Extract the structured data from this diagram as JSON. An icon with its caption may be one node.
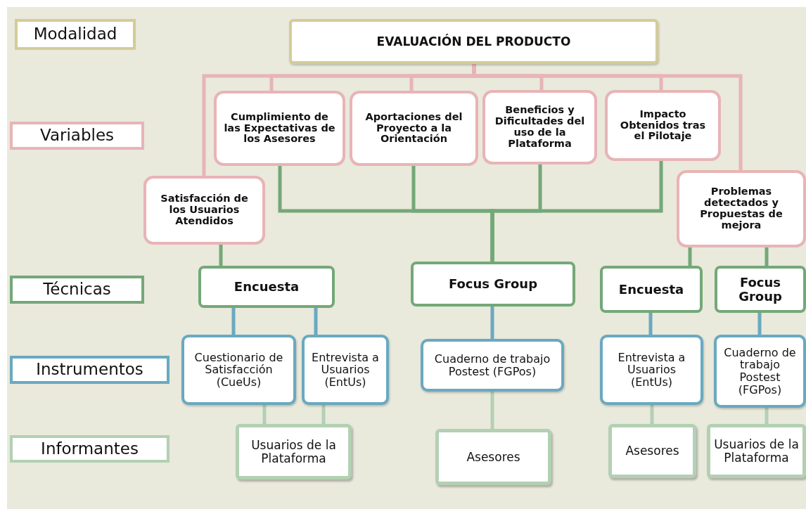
{
  "diagram": {
    "nodes": [
      {
        "text": [
          "Modalidad"
        ]
      },
      {
        "text": [
          "EVALUACIÓN DEL PRODUCTO"
        ]
      },
      {
        "text": [
          "Variables"
        ]
      },
      {
        "text": [
          "Cumplimiento de las Expectativas de los Asesores"
        ]
      },
      {
        "text": [
          "Aportaciones del Proyecto a la Orientación"
        ]
      },
      {
        "text": [
          "Beneficios y Dificultades del uso de la Plataforma"
        ]
      },
      {
        "text": [
          "Impacto Obtenidos tras el Pilotaje"
        ]
      },
      {
        "text": [
          "Satisfacción de los Usuarios Atendidos"
        ]
      },
      {
        "text": [
          "Problemas detectados y Propuestas de mejora"
        ]
      },
      {
        "text": [
          "Técnicas"
        ]
      },
      {
        "text": [
          "Encuesta"
        ]
      },
      {
        "text": [
          "Focus Group"
        ]
      },
      {
        "text": [
          "Encuesta"
        ]
      },
      {
        "text": [
          "Focus Group"
        ]
      },
      {
        "text": [
          "Instrumentos"
        ]
      },
      {
        "text": [
          "Cuestionario de Satisfacción (CueUs)"
        ]
      },
      {
        "text": [
          "Entrevista a Usuarios (EntUs)"
        ]
      },
      {
        "text": [
          "Cuaderno de trabajo Postest (FGPos)"
        ]
      },
      {
        "text": [
          "Entrevista a Usuarios (EntUs)"
        ]
      },
      {
        "text": [
          "Cuaderno de trabajo Postest (FGPos)"
        ]
      },
      {
        "text": [
          "Informantes"
        ]
      },
      {
        "text": [
          "Usuarios de la Plataforma"
        ]
      },
      {
        "text": [
          "Asesores"
        ]
      },
      {
        "text": [
          "Asesores"
        ]
      },
      {
        "text": [
          "Usuarios de la Plataforma"
        ]
      }
    ],
    "edges": [
      {
        "from": 1,
        "to": 3,
        "arrow": "none",
        "color": "#e8b4b6"
      },
      {
        "from": 1,
        "to": 4,
        "arrow": "none",
        "color": "#e8b4b6"
      },
      {
        "from": 1,
        "to": 5,
        "arrow": "none",
        "color": "#e8b4b6"
      },
      {
        "from": 1,
        "to": 6,
        "arrow": "none",
        "color": "#e8b4b6"
      },
      {
        "from": 1,
        "to": 7,
        "arrow": "none",
        "color": "#e8b4b6"
      },
      {
        "from": 1,
        "to": 8,
        "arrow": "none",
        "color": "#e8b4b6"
      },
      {
        "from": 3,
        "to": 11,
        "arrow": "none"
      },
      {
        "from": 4,
        "to": 11,
        "arrow": "none"
      },
      {
        "from": 5,
        "to": 11,
        "arrow": "none"
      },
      {
        "from": 6,
        "to": 11,
        "arrow": "none"
      },
      {
        "from": 7,
        "to": 10,
        "arrow": "none"
      },
      {
        "from": 8,
        "to": 12,
        "arrow": "none"
      },
      {
        "from": 8,
        "to": 13,
        "arrow": "none"
      },
      {
        "from": 10,
        "to": 15,
        "arrow": "none",
        "color": "#6aa9c0"
      },
      {
        "from": 10,
        "to": 16,
        "arrow": "none",
        "color": "#6aa9c0"
      },
      {
        "from": 11,
        "to": 17,
        "arrow": "none",
        "color": "#6aa9c0"
      },
      {
        "from": 12,
        "to": 18,
        "arrow": "none",
        "color": "#6aa9c0"
      },
      {
        "from": 13,
        "to": 19,
        "arrow": "none",
        "color": "#6aa9c0"
      },
      {
        "from": 15,
        "to": 21,
        "arrow": "none",
        "color": "#b3d0b3"
      },
      {
        "from": 16,
        "to": 21,
        "arrow": "none",
        "color": "#b3d0b3"
      },
      {
        "from": 17,
        "to": 22,
        "arrow": "none",
        "color": "#b3d0b3"
      },
      {
        "from": 18,
        "to": 23,
        "arrow": "none",
        "color": "#b3d0b3"
      },
      {
        "from": 19,
        "to": 24,
        "arrow": "none",
        "color": "#b3d0b3"
      }
    ]
  }
}
